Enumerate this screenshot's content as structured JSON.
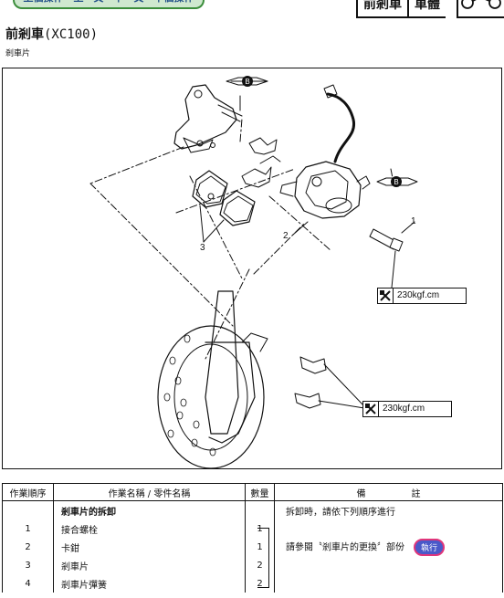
{
  "header": {
    "nav_label": "上個操作　上一頁　下一頁　下個操作",
    "section_label": "前剎車",
    "chassis_label": "車體"
  },
  "page": {
    "title": "前剎車",
    "model": "(XC100)",
    "subtitle": "剎車片"
  },
  "figure": {
    "callouts": [
      "1",
      "2",
      "3"
    ],
    "torque_values": [
      "230kgf.cm",
      "230kgf.cm"
    ],
    "icons": [
      "grease-b-icon",
      "torque-wrench-icon",
      "brake-pad-diagram"
    ]
  },
  "table": {
    "headers": [
      "作業順序",
      "作業名稱 / 零件名稱",
      "數量",
      "備　　　　　註"
    ],
    "rows": [
      {
        "order": "",
        "name": "剎車片的拆卸",
        "qty": "",
        "remark": "拆卸時，請依下列順序進行"
      },
      {
        "order": "1",
        "name": "接合螺栓",
        "qty": "1",
        "remark": ""
      },
      {
        "order": "2",
        "name": "卡鉗",
        "qty": "1",
        "remark": "請參閱〝剎車片的更換〞部份"
      },
      {
        "order": "3",
        "name": "剎車片",
        "qty": "2",
        "remark": ""
      },
      {
        "order": "4",
        "name": "剎車片彈簧",
        "qty": "2",
        "remark": ""
      }
    ],
    "action_badge": "執行"
  }
}
